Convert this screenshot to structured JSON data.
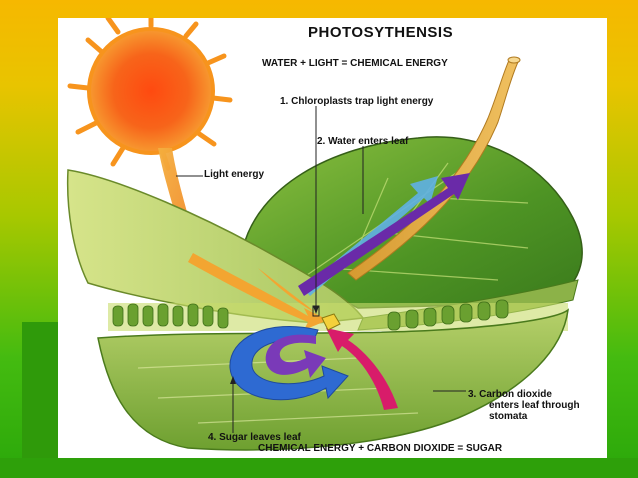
{
  "title": "PHOTOSYTHENSIS",
  "equation_top": "WATER + LIGHT = CHEMICAL ENERGY",
  "step1": "1.  Chloroplasts trap light energy",
  "step2": "2.  Water enters leaf",
  "light_label": "Light energy",
  "step3_line1": "3.  Carbon dioxide",
  "step3_line2": "enters leaf through",
  "step3_line3": "stomata",
  "step4": "4.  Sugar leaves leaf",
  "equation_bottom": "CHEMICAL ENERGY + CARBON DIOXIDE = SUGAR",
  "colors": {
    "sun": "#f26a10",
    "leaf": "#5c9a2a",
    "water_arrow": "#58a8e0",
    "energy_arrow": "#6a2aa8",
    "light_arrow": "#f0a020",
    "co2_arrow": "#d81c6a",
    "sugar_arrow": "#3068c8"
  }
}
